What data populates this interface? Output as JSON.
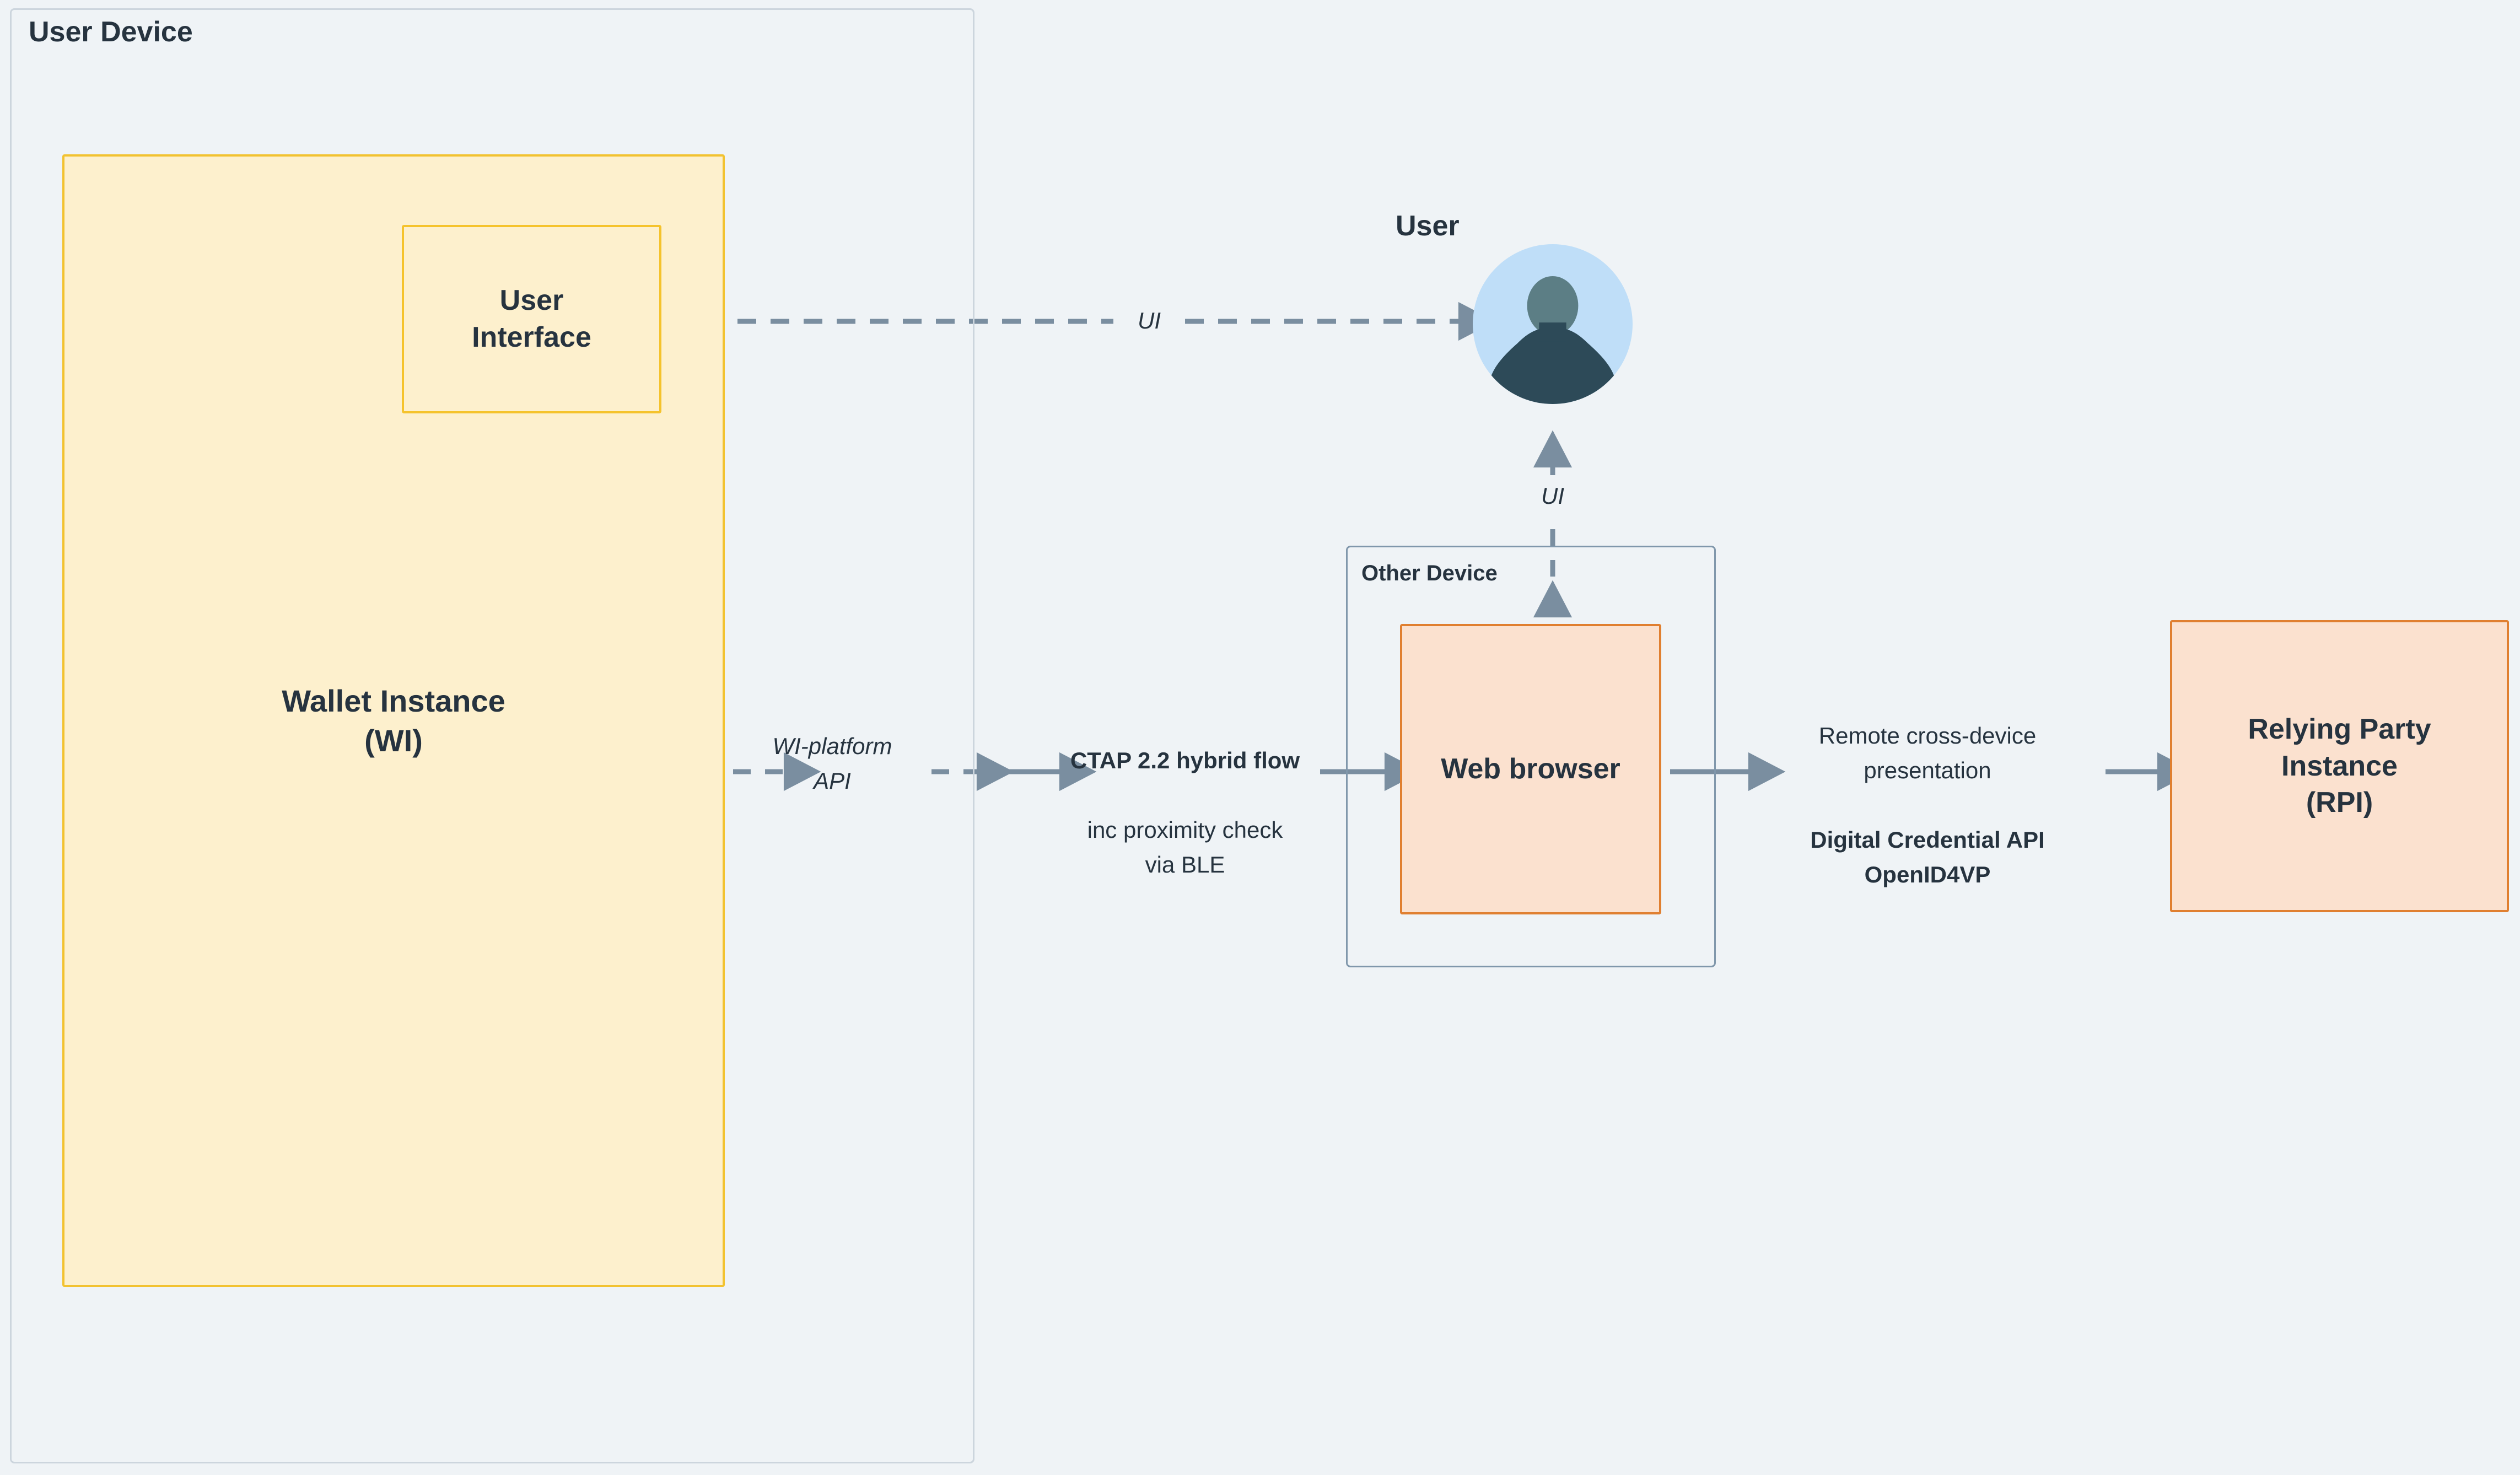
{
  "diagram": {
    "background_color": "#eff3f6",
    "text_color": "#26333f"
  },
  "user_device": {
    "title": "User Device",
    "border_color": "#ccd5dd"
  },
  "other_device": {
    "title": "Other Device",
    "border_color": "#8097ab"
  },
  "nodes": {
    "wallet_instance": {
      "label": "Wallet Instance\n(WI)",
      "fill": "#fdf0cd",
      "stroke": "#f2c230"
    },
    "user_interface": {
      "label": "User\nInterface",
      "fill": "#fdf0cd",
      "stroke": "#f5c32c"
    },
    "web_browser": {
      "label": "Web browser",
      "fill": "#fbe1cf",
      "stroke": "#e07f30"
    },
    "relying_party": {
      "label": "Relying Party\nInstance\n(RPI)",
      "fill": "#fbe1cf",
      "stroke": "#e07f30"
    },
    "user_actor": {
      "label": "User",
      "circle_fill": "#bfdef8",
      "head_fill": "#5c7e85",
      "body_fill": "#2d4a58"
    }
  },
  "edges": {
    "ui_user_to_interface": {
      "label": "UI",
      "style": "dashed",
      "direction": "bidirectional",
      "color": "#7a8ea0"
    },
    "ui_browser_to_user": {
      "label": "UI",
      "style": "dashed",
      "direction": "bidirectional",
      "color": "#7a8ea0"
    },
    "wi_platform_api": {
      "label": "WI-platform\nAPI",
      "style": "dashed",
      "direction": "bidirectional",
      "color": "#7a8ea0"
    },
    "ctap_hybrid": {
      "label_bold": "CTAP 2.2 hybrid flow",
      "label_plain": "inc proximity check\nvia BLE",
      "style": "solid",
      "direction": "bidirectional",
      "color": "#7a8ea0"
    },
    "remote_presentation": {
      "label_plain": "Remote cross-device\npresentation",
      "label_bold": "Digital Credential API\nOpenID4VP",
      "style": "solid",
      "direction": "bidirectional",
      "color": "#7a8ea0"
    }
  }
}
